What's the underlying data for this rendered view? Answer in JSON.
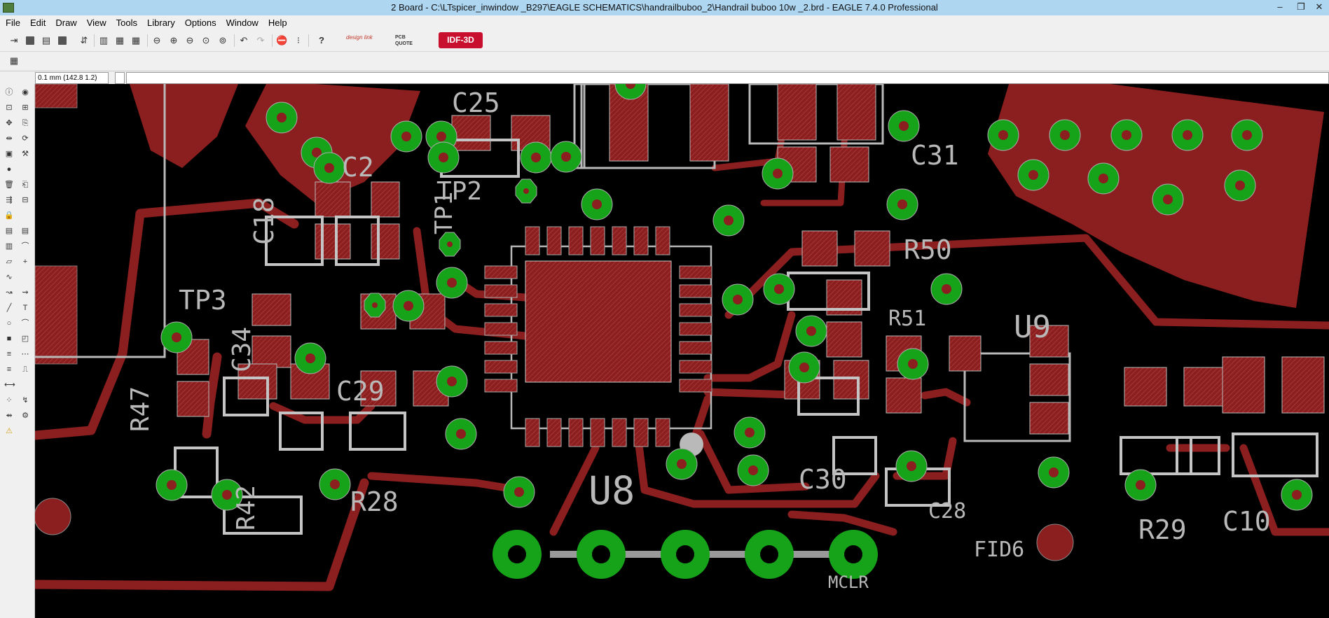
{
  "window": {
    "title": "2 Board - C:\\LTspicer_inwindow _B297\\EAGLE SCHEMATICS\\handrailbuboo_2\\Handrail buboo 10w _2.brd - EAGLE 7.4.0 Professional",
    "minimize": "–",
    "maximize": "❐",
    "close": "✕"
  },
  "menu": [
    "File",
    "Edit",
    "Draw",
    "View",
    "Tools",
    "Library",
    "Options",
    "Window",
    "Help"
  ],
  "toolbar": {
    "design_link_label": "design link",
    "pcb_quote_label": "PCB QUOTE",
    "idf3d_label": "IDF-3D",
    "idf3d_color": "#c8102e",
    "help_icon": "help-icon"
  },
  "coordinate_readout": "0.1 mm (142.8 1.2)",
  "command_input": "",
  "colors": {
    "copper": "#8b1e1e",
    "via_green": "#16a31a",
    "silkscreen": "#b9b9b9",
    "background": "#000000"
  },
  "labels": {
    "c25": "C25",
    "c2": "C2",
    "c18": "C18",
    "tp1": "TP1",
    "tp2": "TP2",
    "tp3": "TP3",
    "c34": "C34",
    "r47": "R47",
    "c29": "C29",
    "r42": "R42",
    "r28": "R28",
    "u8": "U8",
    "mclr": "MCLR",
    "c31": "C31",
    "r50": "R50",
    "r51": "R51",
    "u9": "U9",
    "c30": "C30",
    "c28": "C28",
    "fid6": "FID6",
    "r29": "R29",
    "c10": "C10"
  }
}
